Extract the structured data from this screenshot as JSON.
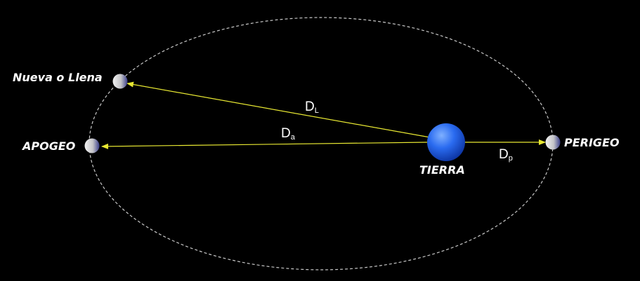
{
  "diagram": {
    "colors": {
      "background": "#000000",
      "orbit": "#c8c8c8",
      "arrow": "#e8e832",
      "label": "#ffffff",
      "earth": "#1f5fe0",
      "moon": "#b8b8c0"
    },
    "labels": {
      "full_new_moon": "Nueva o Llena",
      "apogee": "APOGEO",
      "perigee": "PERIGEO",
      "earth": "TIERRA"
    },
    "distances": {
      "d_l": {
        "main": "D",
        "sub": "L"
      },
      "d_a": {
        "main": "D",
        "sub": "a"
      },
      "d_p": {
        "main": "D",
        "sub": "p"
      }
    },
    "icons": {
      "earth": "earth-icon",
      "moon": "moon-icon"
    }
  }
}
